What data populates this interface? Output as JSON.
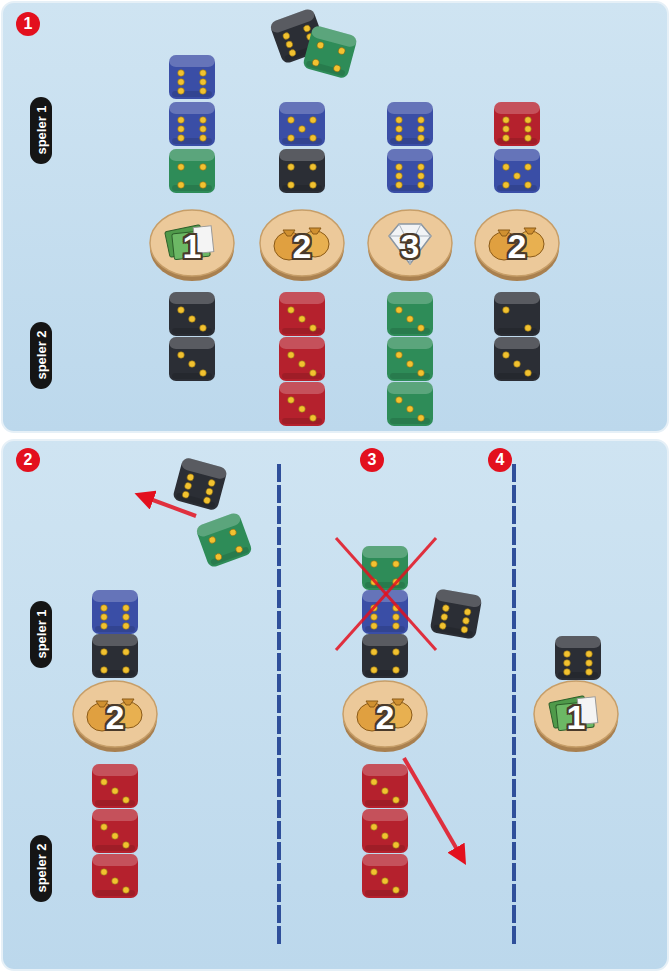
{
  "diagram": {
    "nodes": [
      {
        "text": [
          "1"
        ]
      },
      {
        "text": [
          "speler 1"
        ]
      },
      {
        "text": [
          "1"
        ]
      },
      {
        "text": [
          "2"
        ]
      },
      {
        "text": [
          "3"
        ]
      },
      {
        "text": [
          "2"
        ]
      },
      {
        "text": [
          "speler 2"
        ]
      },
      {
        "text": [
          "2"
        ]
      },
      {
        "text": [
          "3"
        ]
      },
      {
        "text": [
          "4"
        ]
      },
      {
        "text": [
          "speler 1"
        ]
      },
      {
        "text": [
          "2"
        ]
      },
      {
        "text": [
          "speler 2"
        ]
      },
      {
        "text": [
          "2"
        ]
      },
      {
        "text": [
          "1"
        ]
      }
    ]
  }
}
